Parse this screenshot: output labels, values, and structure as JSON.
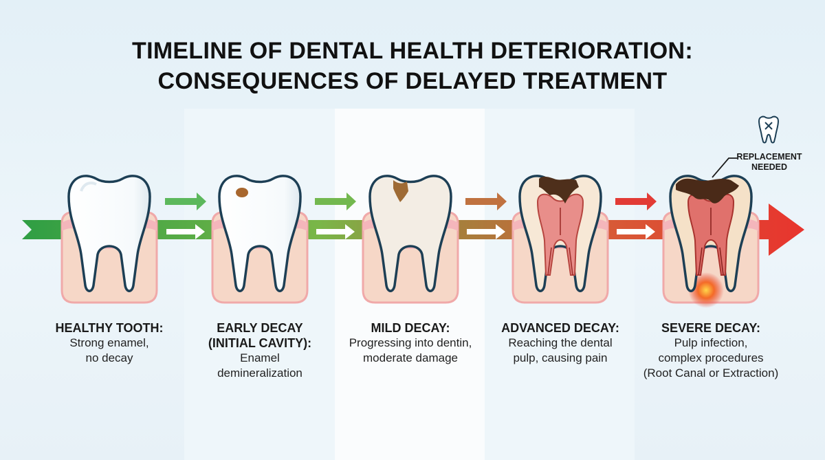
{
  "title": {
    "line1": "TIMELINE OF DENTAL HEALTH DETERIORATION:",
    "line2": "CONSEQUENCES OF DELAYED TREATMENT"
  },
  "stages": [
    {
      "heading": "HEALTHY TOOTH:",
      "desc": [
        "Strong enamel,",
        "no decay"
      ]
    },
    {
      "heading": "EARLY DECAY (INITIAL CAVITY):",
      "desc": [
        "Enamel",
        "demineralization"
      ]
    },
    {
      "heading": "MILD DECAY:",
      "desc": [
        "Progressing into dentin,",
        "moderate damage"
      ]
    },
    {
      "heading": "ADVANCED DECAY:",
      "desc": [
        "Reaching the dental",
        "pulp, causing pain"
      ]
    },
    {
      "heading": "SEVERE DECAY:",
      "desc": [
        "Pulp infection,",
        "complex procedures",
        "(Root Canal or Extraction)"
      ]
    }
  ],
  "callout": {
    "line1": "REPLACEMENT",
    "line2": "NEEDED",
    "icon": "tooth-x-icon"
  },
  "colors": {
    "healthy": "#3fae49",
    "mid": "#9a8a3a",
    "severe": "#e23b35",
    "gum": "#f5c9c2",
    "decay": "#5a3a25"
  }
}
